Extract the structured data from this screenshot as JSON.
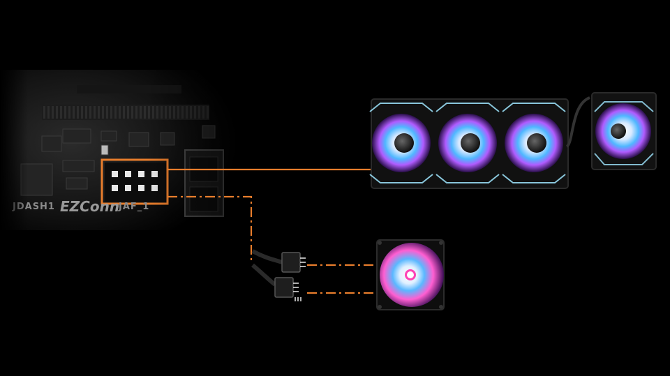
{
  "board": {
    "header_label": "JDASH1",
    "brand_logo": "EZConn",
    "connector_label": "JAF_1"
  },
  "colors": {
    "background": "#000000",
    "highlight": "#e87d2c",
    "fan_glow_blue": "#4fb7ff",
    "fan_glow_purple": "#b05cff",
    "fan_glow_pink": "#ff5fd2"
  },
  "icons": {
    "connector": "header-connector-icon",
    "fan": "rgb-fan-icon",
    "cable": "split-cable-icon"
  }
}
